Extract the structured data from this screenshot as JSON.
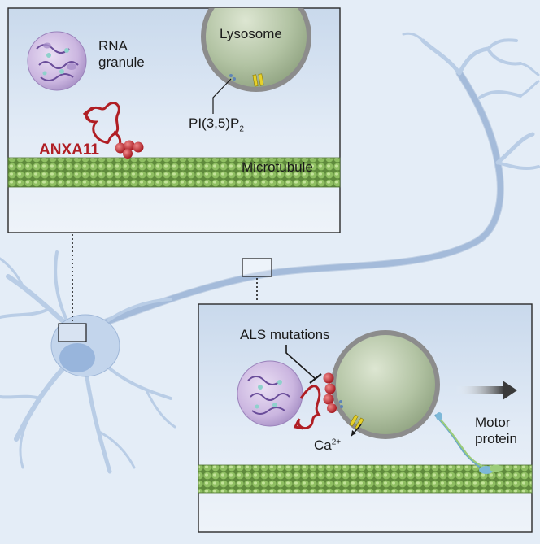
{
  "labels": {
    "rna_granule_line1": "RNA",
    "rna_granule_line2": "granule",
    "lysosome": "Lysosome",
    "pi35p2_main": "PI(3,5)P",
    "pi35p2_sub": "2",
    "anxa11": "ANXA11",
    "microtubule": "Microtubule",
    "als_mutations": "ALS mutations",
    "ca_main": "Ca",
    "ca_sup": "2+",
    "motor_line1": "Motor",
    "motor_line2": "protein"
  },
  "colors": {
    "background": "#e4edf7",
    "neuron_fill": "#b9cde6",
    "neuron_stroke": "#7f9cc4",
    "panel_fill": "#dbe6f3",
    "panel_border": "#2a2a2a",
    "anxa11_red": "#b01e24",
    "microtubule_green": "#6f9a4a",
    "lysosome_green": "#a9bc9b",
    "granule_purple": "#c6b2dc",
    "channel_yellow": "#e7d12a"
  }
}
